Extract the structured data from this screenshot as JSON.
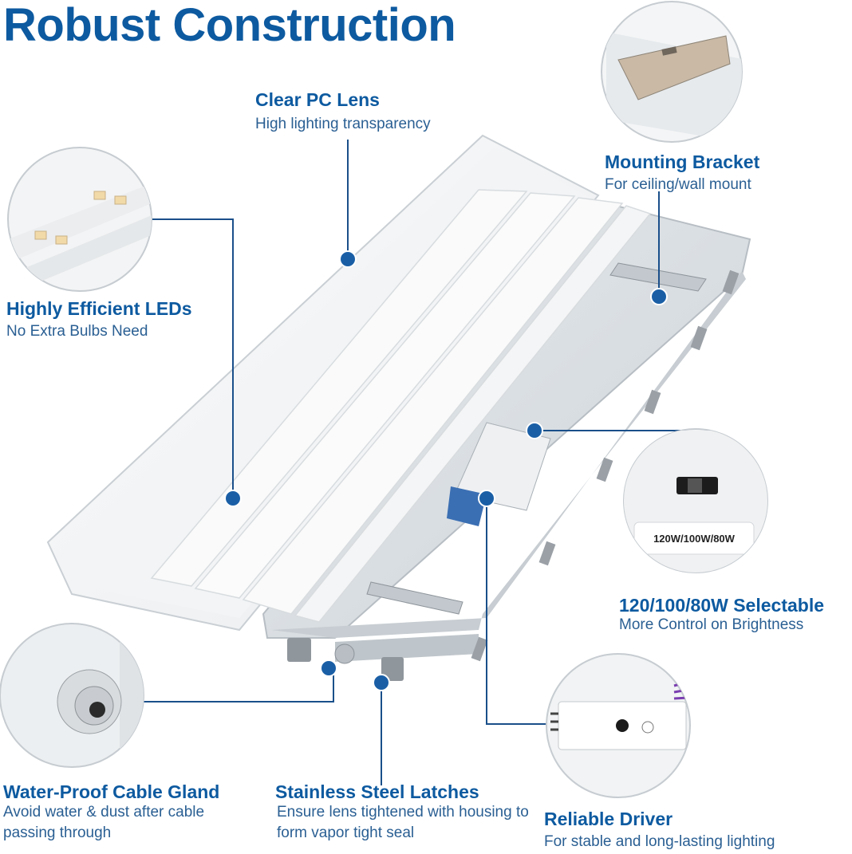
{
  "page_title": "Robust Construction",
  "colors": {
    "brand_blue": "#0d5aa0",
    "dot_blue": "#1a5fa6",
    "line_blue": "#1a4f8a"
  },
  "features": {
    "lens": {
      "title": "Clear PC Lens",
      "desc": "High lighting transparency"
    },
    "bracket": {
      "title": "Mounting Bracket",
      "desc": "For ceiling/wall mount"
    },
    "leds": {
      "title": "Highly Efficient LEDs",
      "desc": "No Extra Bulbs Need"
    },
    "selectable": {
      "title": "120/100/80W Selectable",
      "desc": "More Control on Brightness",
      "switch_label": "120W/100W/80W"
    },
    "gland": {
      "title": "Water-Proof Cable Gland",
      "desc": "Avoid water & dust after cable passing through"
    },
    "latches": {
      "title": "Stainless Steel Latches",
      "desc": "Ensure lens tightened with housing to form vapor tight seal"
    },
    "driver": {
      "title": "Reliable Driver",
      "desc": "For stable and long-lasting lighting"
    }
  }
}
